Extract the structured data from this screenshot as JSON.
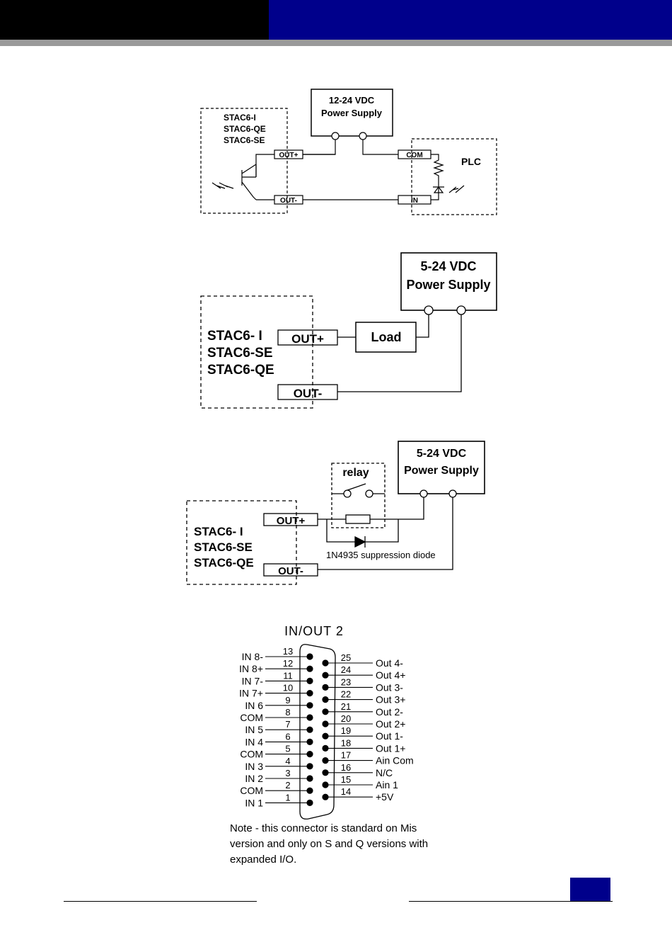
{
  "diagram1": {
    "supply": [
      "12-24 VDC",
      "Power Supply"
    ],
    "device": [
      "STAC6-I",
      "STAC6-QE",
      "STAC6-SE"
    ],
    "out_plus": "OUT+",
    "out_minus": "OUT-",
    "com": "COM",
    "in": "IN",
    "plc": "PLC"
  },
  "diagram2": {
    "supply": [
      "5-24 VDC",
      "Power Supply"
    ],
    "device": [
      "STAC6- I",
      "STAC6-SE",
      "STAC6-QE"
    ],
    "out_plus": "OUT+",
    "out_minus": "OUT-",
    "load": "Load"
  },
  "diagram3": {
    "supply": [
      "5-24 VDC",
      "Power Supply"
    ],
    "device": [
      "STAC6- I",
      "STAC6-SE",
      "STAC6-QE"
    ],
    "out_plus": "OUT+",
    "out_minus": "OUT-",
    "relay": "relay",
    "diode": "1N4935 suppression diode"
  },
  "connector": {
    "title": "IN/OUT 2",
    "left_pins": [
      {
        "num": "13",
        "label": "IN 8-"
      },
      {
        "num": "12",
        "label": "IN 8+"
      },
      {
        "num": "11",
        "label": "IN 7-"
      },
      {
        "num": "10",
        "label": "IN 7+"
      },
      {
        "num": "9",
        "label": "IN 6"
      },
      {
        "num": "8",
        "label": "COM"
      },
      {
        "num": "7",
        "label": "IN 5"
      },
      {
        "num": "6",
        "label": "IN 4"
      },
      {
        "num": "5",
        "label": "COM"
      },
      {
        "num": "4",
        "label": "IN 3"
      },
      {
        "num": "3",
        "label": "IN 2"
      },
      {
        "num": "2",
        "label": "COM"
      },
      {
        "num": "1",
        "label": "IN 1"
      }
    ],
    "right_pins": [
      {
        "num": "25",
        "label": "Out 4-"
      },
      {
        "num": "24",
        "label": "Out 4+"
      },
      {
        "num": "23",
        "label": "Out 3-"
      },
      {
        "num": "22",
        "label": "Out 3+"
      },
      {
        "num": "21",
        "label": "Out 2-"
      },
      {
        "num": "20",
        "label": "Out 2+"
      },
      {
        "num": "19",
        "label": "Out 1-"
      },
      {
        "num": "18",
        "label": "Out 1+"
      },
      {
        "num": "17",
        "label": "Ain Com"
      },
      {
        "num": "16",
        "label": "N/C"
      },
      {
        "num": "15",
        "label": "Ain 1"
      },
      {
        "num": "14",
        "label": "+5V"
      }
    ],
    "note": [
      "Note - this connector is standard on Mis",
      "version and only on S and Q versions with",
      "expanded I/O."
    ]
  }
}
